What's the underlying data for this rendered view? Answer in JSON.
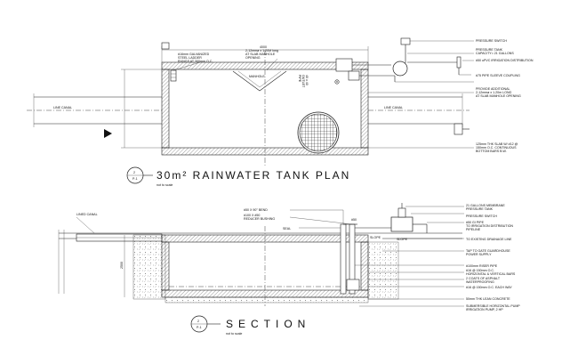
{
  "plan": {
    "title": "30m² RAINWATER TANK PLAN",
    "ref_top": "2",
    "ref_bottom": "P-1",
    "scale_note": "not to scale",
    "dimension": "4000",
    "labels": {
      "ladder": [
        "#16mm GALVANIZED",
        "STEEL LADDER",
        "RUNGS AT 300mm O.C."
      ],
      "manhole_opening": [
        "2-12mmø x 1.20M long",
        "AT SLAB MANHOLE",
        "OPENING"
      ],
      "manhole": "MANHOLE",
      "outlet": [
        "40 x 40",
        "OUTLET",
        "PIPE"
      ],
      "pressure_switch": "PRESSURE SWITCH",
      "pressure_tank": [
        "PRESSURE TANK",
        "CAPACITY= 21 GALLONS"
      ],
      "irrigation": "#50 uPVC IRRIGATION DISTRIBUTION",
      "coupling": "#75 PIPE SLEEVE COUPLING",
      "additional": [
        "PROVIDE ADDITIONAL",
        "2-12mmø x 1.20m LONG",
        "AT SLAB MANHOLE OPENING"
      ],
      "canal_left": "LINE CANAL",
      "canal_right": "LINE CANAL",
      "slab": [
        "125mm THK SLAB W/ #12 @",
        "150mm O.C. CONTINUOUS",
        "BOTTOM BARS B.W."
      ]
    }
  },
  "section": {
    "title": "SECTION",
    "ref_top": "2",
    "ref_bottom": "P-1",
    "scale_note": "not to scale",
    "labels": {
      "bend": "#50 X 90° BEND",
      "reducer": [
        "#100 X #50",
        "REDUCER BUSHING"
      ],
      "seal": "SEAL",
      "lined_canal": "LINED CANAL",
      "membrane": [
        "21 GALLONS MEMBRANE",
        "PRESSURE TANK"
      ],
      "pressure_switch": "PRESSURE SWITCH",
      "gi_pipe": [
        "#50 GI PIPE",
        "TO IRRIGATION DISTRIBUTION",
        "PIPELINE"
      ],
      "drainage": "TO EXISTING DRAINAGE LINE",
      "guardhouse": [
        "TAP TO GATE GUARDHOUSE",
        "POWER SUPPLY"
      ],
      "riser": "#100mm RISER PIPE",
      "bars": [
        "#16 @ 150mm O.C.",
        "HORIZONTAL & VERTICAL BARS"
      ],
      "asphalt": [
        "2 COATS OF ASPHALT",
        "WATERPROOFING"
      ],
      "each_way": "#16 @ 150mm O.C. EACH WAY",
      "lean": "50mm THK LEAN CONCRETE",
      "pump": [
        "SUBMERSIBLE HORIZONTAL PUMP",
        "IRRIGATION PUMP, 2 HP"
      ],
      "pipe_size": "#50",
      "slope": "SLOPE",
      "slope2": "SLOPE",
      "depth_dim": "2500"
    }
  }
}
